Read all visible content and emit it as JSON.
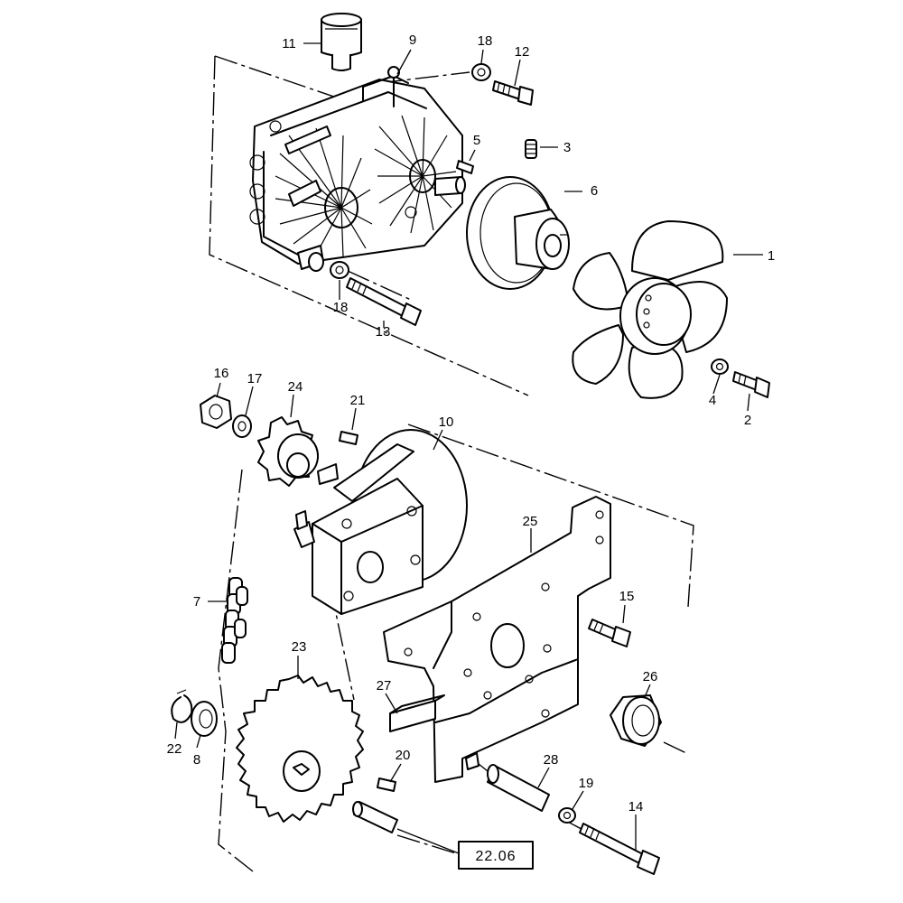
{
  "labels": {
    "p1": "1",
    "p2": "2",
    "p3": "3",
    "p4": "4",
    "p5": "5",
    "p6": "6",
    "p7": "7",
    "p8": "8",
    "p9": "9",
    "p10": "10",
    "p11": "11",
    "p12": "12",
    "p13": "13",
    "p14": "14",
    "p15": "15",
    "p16": "16",
    "p17": "17",
    "p18a": "18",
    "p18b": "18",
    "p19": "19",
    "p20": "20",
    "p21": "21",
    "p22": "22",
    "p23": "23",
    "p24": "24",
    "p25": "25",
    "p26": "26",
    "p27": "27",
    "p28": "28"
  },
  "reference_box": "22.06"
}
